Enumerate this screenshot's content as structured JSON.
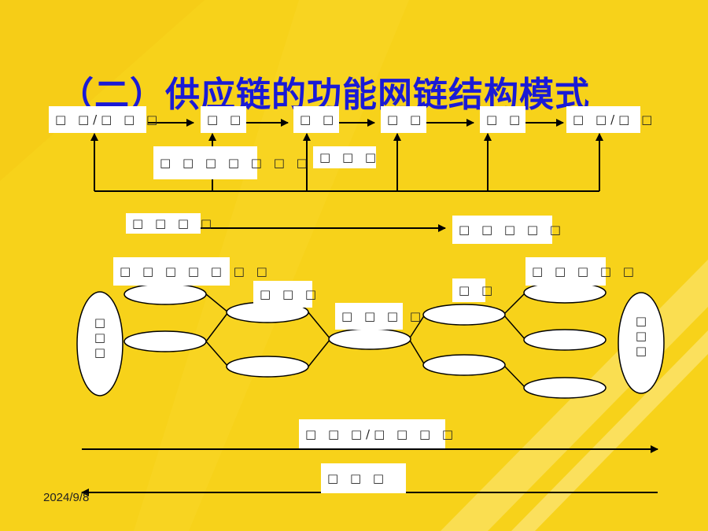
{
  "slide": {
    "title": "（二）供应链的功能网链结构模式",
    "date": "2024/9/8"
  },
  "chain_nodes": [
    {
      "id": "n1",
      "label": "□ □/□ □ □"
    },
    {
      "id": "n2",
      "label": "□ □"
    },
    {
      "id": "n3",
      "label": "□ □"
    },
    {
      "id": "n4",
      "label": "□ □"
    },
    {
      "id": "n5",
      "label": "□ □"
    },
    {
      "id": "n6",
      "label": "□ □/□ □"
    }
  ],
  "chain_labels": {
    "feedback_a": "□ □ □ □ □ □ □",
    "feedback_b": "□ □ □"
  },
  "middle_flow": {
    "start": "□ □ □ □",
    "end": "□ □ □ □ □"
  },
  "network_labels": {
    "label_a": "□ □ □ □ □ □ □",
    "label_b": "□ □ □",
    "label_c": "□ □ □ □",
    "label_d": "□ □",
    "label_e": "□ □ □ □ □",
    "left_end": "□ □ □",
    "right_end": "□ □ □"
  },
  "bottom_flows": {
    "forward": "□ □ □/□ □ □ □",
    "backward": "□ □ □"
  },
  "colors": {
    "background": "#f7d21a",
    "stripe": "#fbe66a",
    "title": "#1a1ad6",
    "line": "#000000",
    "box": "#ffffff"
  }
}
